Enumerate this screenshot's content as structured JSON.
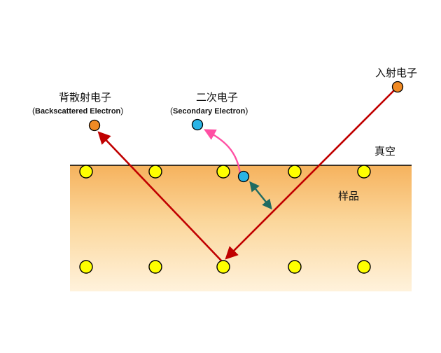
{
  "labels": {
    "backscattered_cn": "背散射电子",
    "backscattered_en": "Backscattered Electron",
    "secondary_cn": "二次电子",
    "secondary_en": "Secondary Electron",
    "incident_cn": "入射电子",
    "vacuum": "真空",
    "sample": "样品"
  },
  "colors": {
    "sample_top": "#fbe0b4",
    "sample_bottom": "#fde9c6",
    "sample_mid": "#f7c276",
    "atom": "#ffff00",
    "incident_electron": "#f08a24",
    "secondary_electron": "#2ab4e6",
    "incident_beam": "#c00000",
    "secondary_path": "#ff4fa3",
    "interaction_arrow": "#1f6b62"
  }
}
